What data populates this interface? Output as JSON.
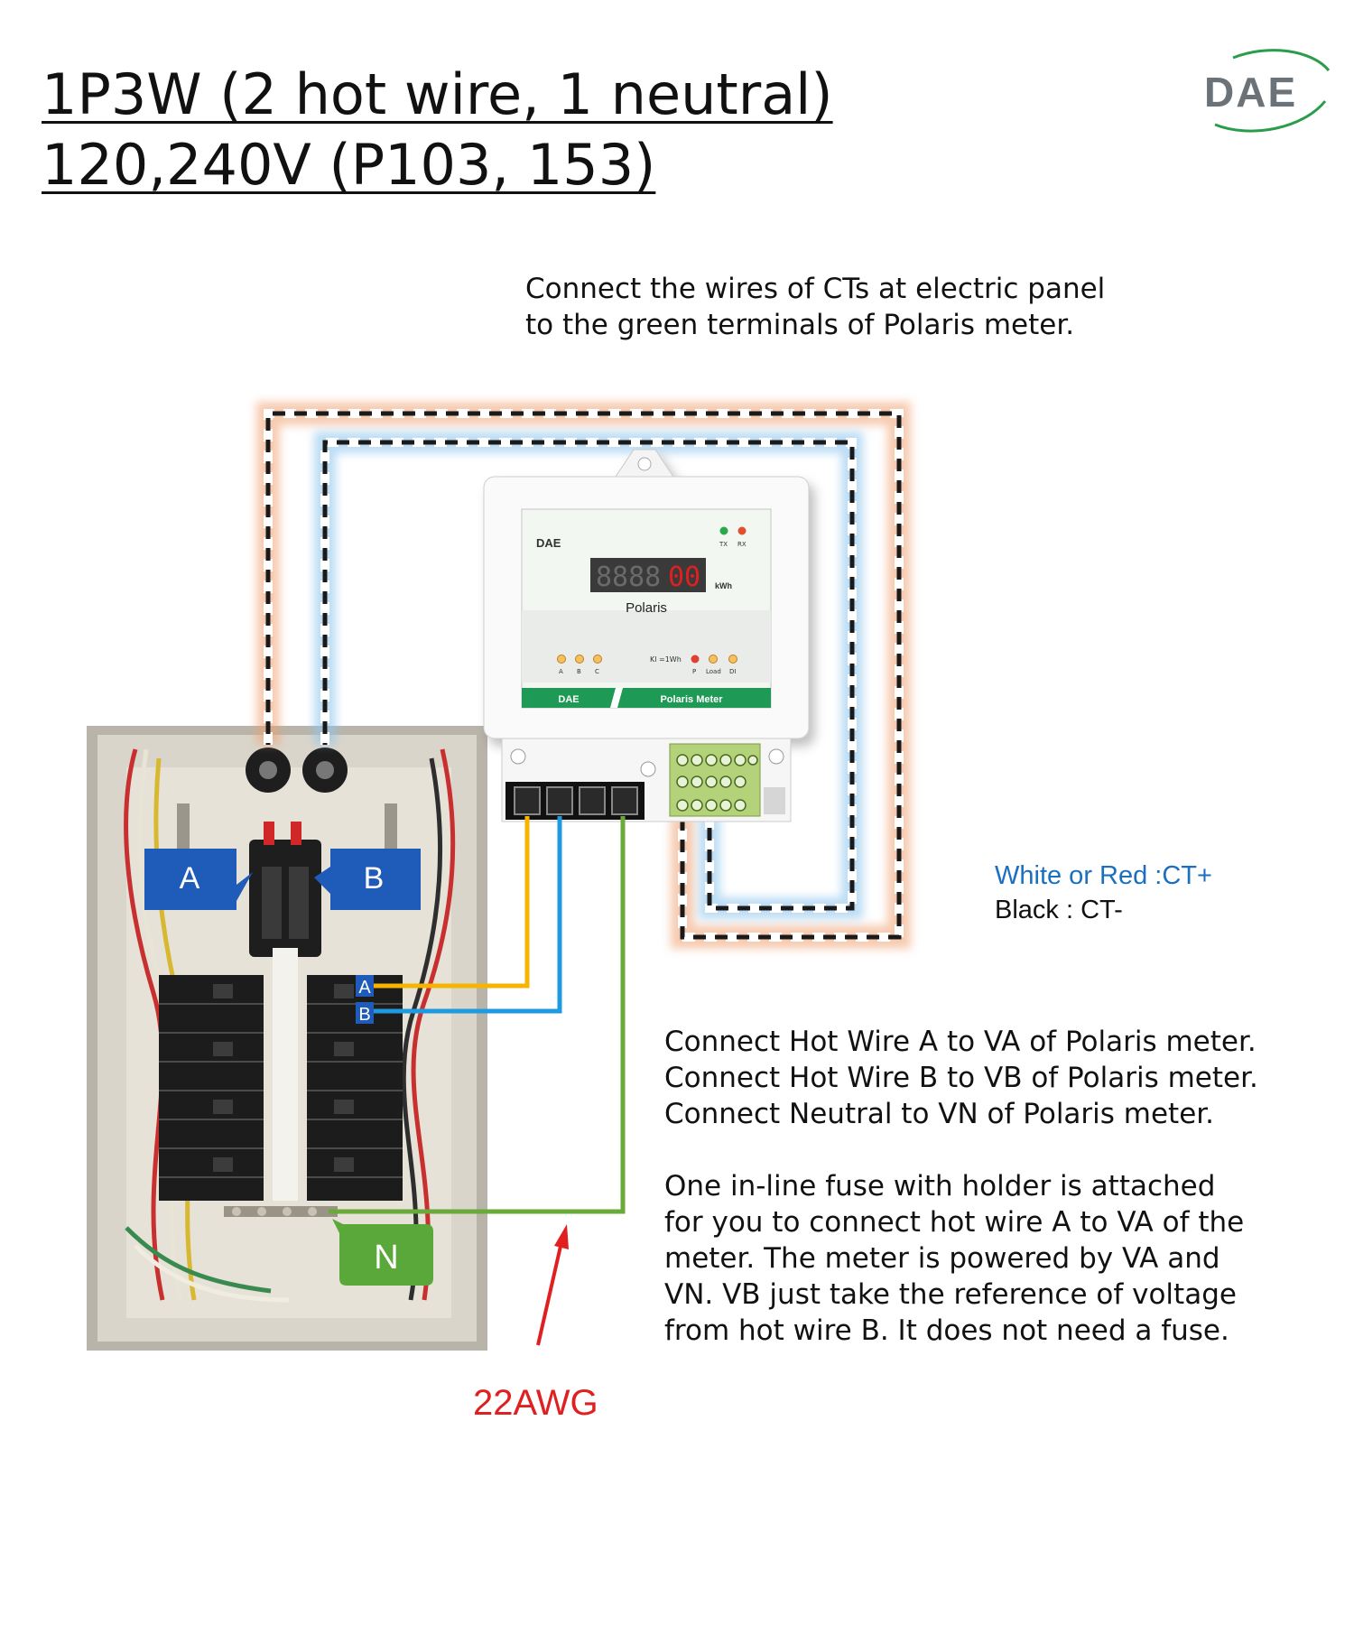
{
  "title": {
    "line1": "1P3W (2 hot wire, 1 neutral)",
    "line2": "120,240V (P103, 153)"
  },
  "logo": {
    "text": "DAE",
    "accent_color": "#2a9d4a"
  },
  "ct_instruction": [
    "Connect the wires of CTs at electric panel",
    "to the green terminals of Polaris meter."
  ],
  "legend": {
    "ct_plus": "White or Red :CT+",
    "ct_minus": "Black : CT-",
    "ct_plus_color": "#1a6fc0"
  },
  "wiring_instructions": [
    "Connect Hot Wire A to VA of Polaris meter.",
    "Connect Hot Wire B to VB of Polaris meter.",
    "Connect Neutral to VN of Polaris meter."
  ],
  "fuse_note": [
    "One in-line fuse with holder is attached",
    "for you to connect hot wire A to VA of the",
    "meter. The meter is powered by VA and",
    "VN. VB just take the reference of voltage",
    "from hot wire B. It does not need a fuse."
  ],
  "wire_gauge": "22AWG",
  "panel_labels": {
    "phase_a": "A",
    "phase_b": "B",
    "neutral": "N",
    "breaker_a": "A",
    "breaker_b": "B"
  },
  "meter": {
    "brand": "DAE",
    "model": "Polaris",
    "unit": "kWh",
    "display": "8888",
    "display_red": "00",
    "tx": "TX",
    "rx": "RX",
    "phase_leds": [
      "A",
      "B",
      "C"
    ],
    "pulse_label": "Kl =1Wh",
    "status_leds": [
      "P",
      "Load",
      "DI"
    ],
    "footer_left": "DAE",
    "footer_right": "Polaris Meter"
  },
  "colors": {
    "wire_a": "#f5b400",
    "wire_b": "#1e9be0",
    "wire_n": "#6aaa3a",
    "ct_outer_glow": "#f0a070",
    "ct_inner_glow": "#8ec6ef",
    "label_blue": "#1f5bb8",
    "label_green": "#5aa83a",
    "arrow_red": "#e02020"
  }
}
